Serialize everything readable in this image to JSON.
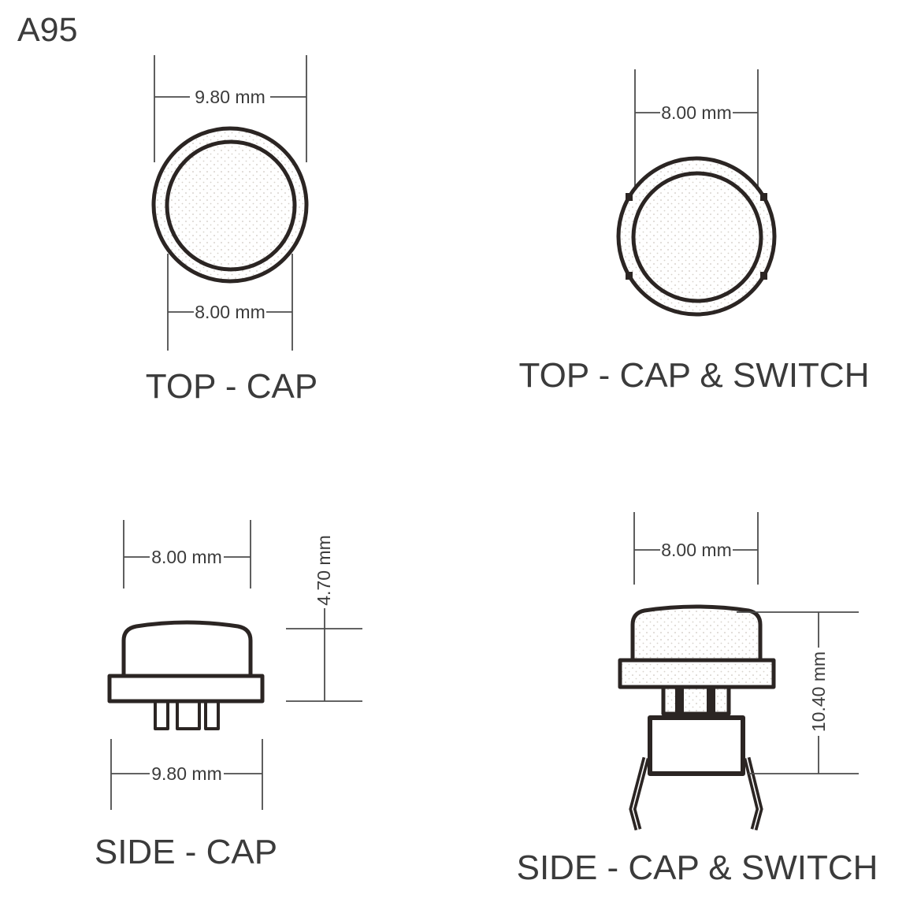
{
  "drawing": {
    "number": "A95"
  },
  "colors": {
    "background": "#ffffff",
    "part_outline": "#2b2523",
    "dimension_line": "#4d4d4d",
    "text": "#3b3b3b",
    "stipple_dot": "#cdc7c0"
  },
  "views": {
    "top_cap": {
      "label": "TOP - CAP",
      "outer_diameter": "9.80 mm",
      "cap_diameter": "8.00 mm"
    },
    "top_cap_switch": {
      "label": "TOP - CAP & SWITCH",
      "cap_diameter": "8.00 mm"
    },
    "side_cap": {
      "label": "SIDE - CAP",
      "cap_width": "8.00 mm",
      "cap_height": "4.70 mm",
      "base_width": "9.80 mm"
    },
    "side_cap_switch": {
      "label": "SIDE - CAP & SWITCH",
      "cap_width": "8.00 mm",
      "total_height": "10.40 mm"
    }
  }
}
